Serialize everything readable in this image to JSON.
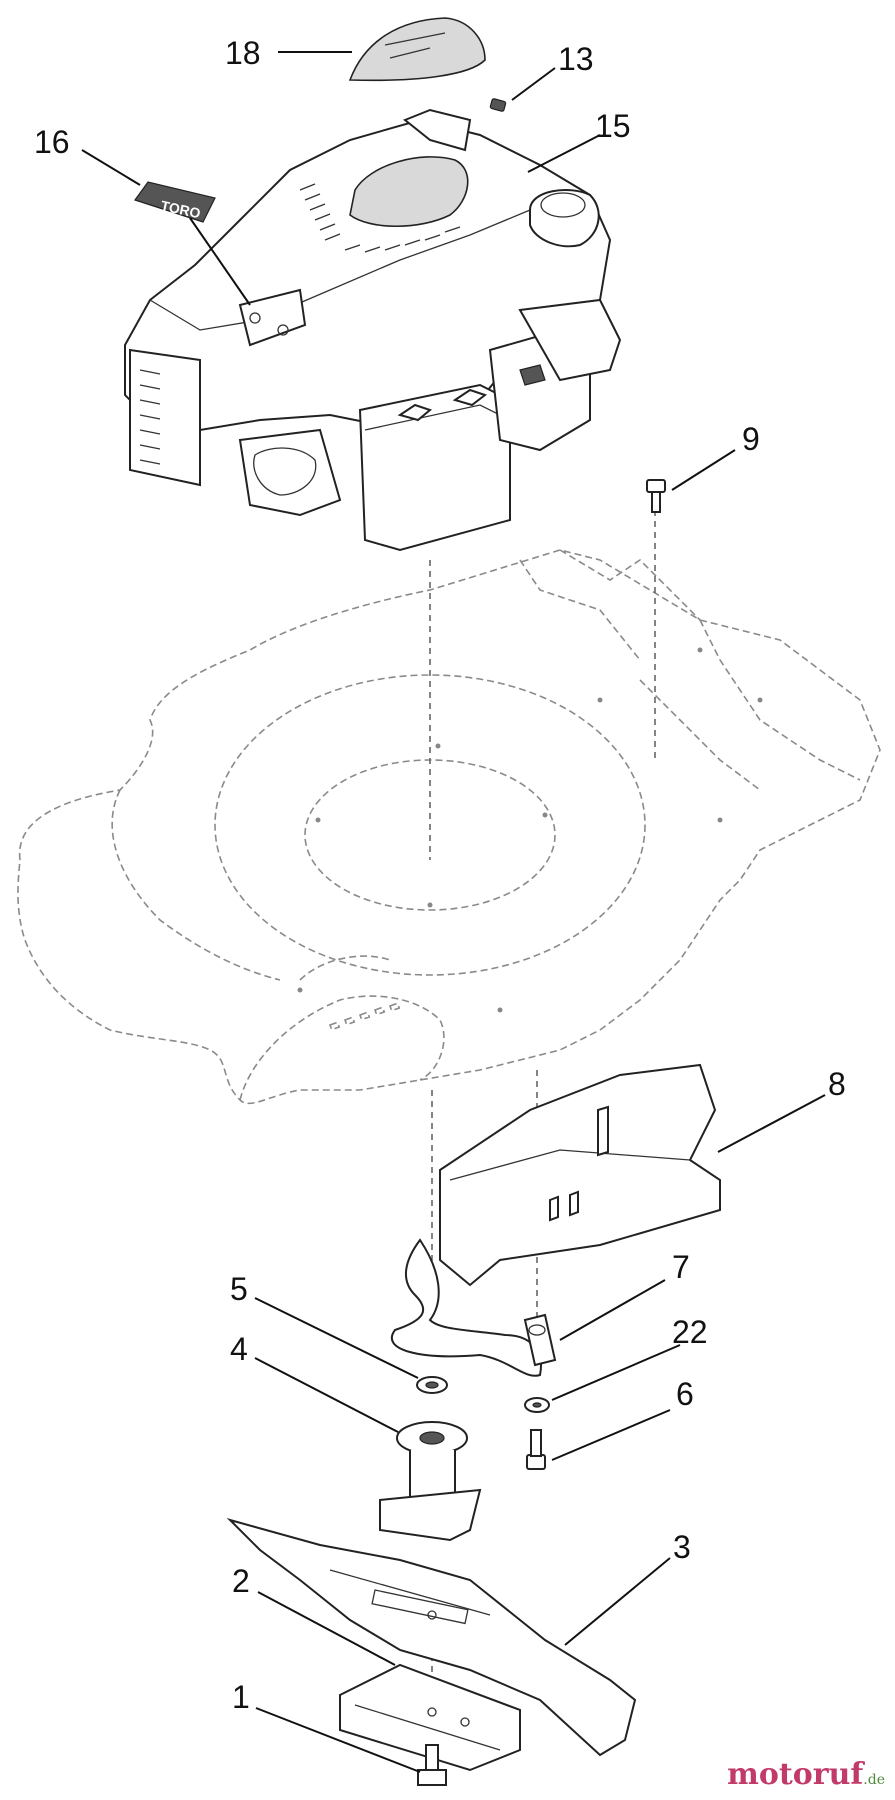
{
  "diagram": {
    "callouts": [
      {
        "id": "c18",
        "label": "18"
      },
      {
        "id": "c13",
        "label": "13"
      },
      {
        "id": "c16",
        "label": "16"
      },
      {
        "id": "c15",
        "label": "15"
      },
      {
        "id": "c9",
        "label": "9"
      },
      {
        "id": "c8",
        "label": "8"
      },
      {
        "id": "c7",
        "label": "7"
      },
      {
        "id": "c5",
        "label": "5"
      },
      {
        "id": "c22",
        "label": "22"
      },
      {
        "id": "c4",
        "label": "4"
      },
      {
        "id": "c6",
        "label": "6"
      },
      {
        "id": "c3",
        "label": "3"
      },
      {
        "id": "c2",
        "label": "2"
      },
      {
        "id": "c1",
        "label": "1"
      }
    ],
    "decal_text": "TORO"
  },
  "watermark": {
    "main": "motoruf",
    "tld": ".de"
  }
}
